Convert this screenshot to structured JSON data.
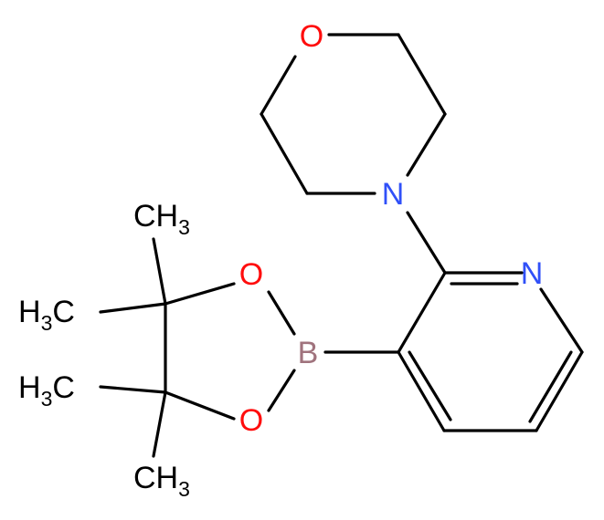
{
  "colors": {
    "bond": "#000000",
    "carbon_label": "#000000",
    "oxygen": "#ff0d0d",
    "nitrogen": "#3050f8",
    "boron": "#a0737d",
    "background": "#ffffff"
  },
  "atoms": {
    "o_morpholine": "O",
    "n_morpholine": "N",
    "n_pyridine": "N",
    "b": "B",
    "o_upper": "O",
    "o_lower": "O",
    "ch3": "CH",
    "h3c": "H",
    "c": "C",
    "three": "3"
  }
}
